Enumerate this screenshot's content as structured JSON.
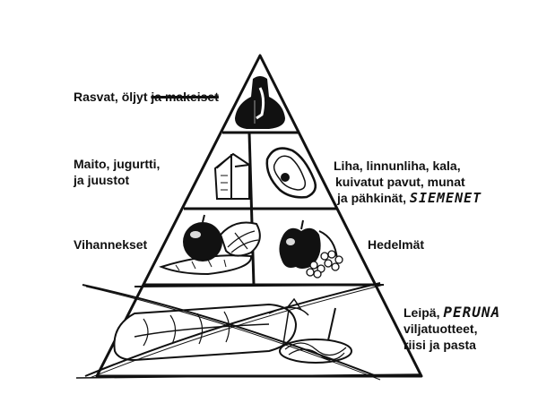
{
  "labels": {
    "fats": {
      "text": "Rasvat, öljyt",
      "struck": "ja makeiset"
    },
    "dairy": [
      "Maito, jugurtti,",
      "ja juustot"
    ],
    "meat": [
      "Liha, linnunliha, kala,",
      "kuivatut pavut, munat"
    ],
    "meat_last": "ja pähkinät,",
    "meat_hand": "SIEMENET",
    "vegetables": "Vihannekset",
    "fruits": "Hedelmät",
    "grains_first": "Leipä,",
    "grains_hand": "PERUNA",
    "grains_rest": [
      "viljatuotteet,",
      "riisi ja pasta"
    ]
  },
  "icons": {
    "fats": "oil-bottle-icon",
    "dairy": "milk-carton-icon",
    "meat": "steak-icon",
    "vegetables": "vegetables-icon",
    "fruits": "fruits-icon",
    "grains": "bread-pasta-icon"
  },
  "colors": {
    "ink": "#111111",
    "paper": "#ffffff"
  }
}
